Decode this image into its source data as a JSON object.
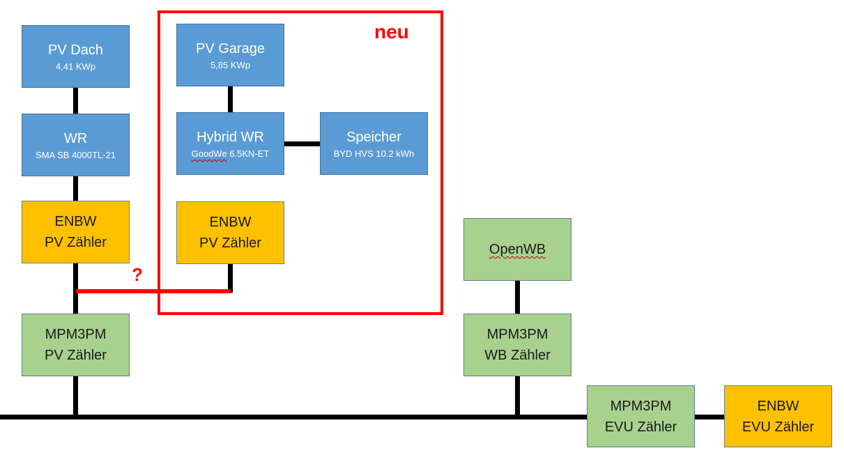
{
  "diagram": {
    "annotations": {
      "new_label": "neu",
      "question_label": "?"
    },
    "colors": {
      "pv_blue": "#5b9bd5",
      "meter_green": "#a9d18e",
      "utility_yellow": "#ffc000",
      "highlight_red": "#ff0000",
      "wire_black": "#000000"
    },
    "nodes": {
      "pv_dach": {
        "title": "PV Dach",
        "sub": "4,41 KWp"
      },
      "wr": {
        "title": "WR",
        "sub": "SMA SB 4000TL-21"
      },
      "enbw_pv_left": {
        "line1": "ENBW",
        "line2": "PV Zähler"
      },
      "mpm3pm_pv": {
        "line1": "MPM3PM",
        "line2": "PV Zähler"
      },
      "pv_garage": {
        "title": "PV Garage",
        "sub": "5,85 KWp"
      },
      "hybrid_wr": {
        "title": "Hybrid WR",
        "sub_brand": "GoodWe",
        "sub_model": " 6.5KN-ET"
      },
      "speicher": {
        "title": "Speicher",
        "sub": "BYD HVS 10.2 kWh"
      },
      "enbw_pv_new": {
        "line1": "ENBW",
        "line2": "PV Zähler"
      },
      "openwb": {
        "title": "OpenWB"
      },
      "mpm3pm_wb": {
        "line1": "MPM3PM",
        "line2": "WB Zähler"
      },
      "mpm3pm_evu": {
        "line1": "MPM3PM",
        "line2": "EVU Zähler"
      },
      "enbw_evu": {
        "line1": "ENBW",
        "line2": "EVU Zähler"
      }
    },
    "connections": [
      {
        "from": "pv_dach",
        "to": "wr",
        "style": "solid-black"
      },
      {
        "from": "wr",
        "to": "enbw_pv_left",
        "style": "solid-black"
      },
      {
        "from": "enbw_pv_left",
        "to": "mpm3pm_pv",
        "style": "solid-black"
      },
      {
        "from": "mpm3pm_pv",
        "to": "main_bus",
        "style": "solid-black"
      },
      {
        "from": "pv_garage",
        "to": "hybrid_wr",
        "style": "solid-black"
      },
      {
        "from": "hybrid_wr",
        "to": "speicher",
        "style": "solid-black"
      },
      {
        "from": "enbw_pv_new",
        "to": "pv_line_left",
        "style": "proposed-red"
      },
      {
        "from": "openwb",
        "to": "mpm3pm_wb",
        "style": "solid-black"
      },
      {
        "from": "mpm3pm_wb",
        "to": "main_bus",
        "style": "solid-black"
      },
      {
        "from": "main_bus",
        "to": "mpm3pm_evu",
        "style": "solid-black"
      },
      {
        "from": "mpm3pm_evu",
        "to": "enbw_evu",
        "style": "solid-black"
      }
    ]
  }
}
